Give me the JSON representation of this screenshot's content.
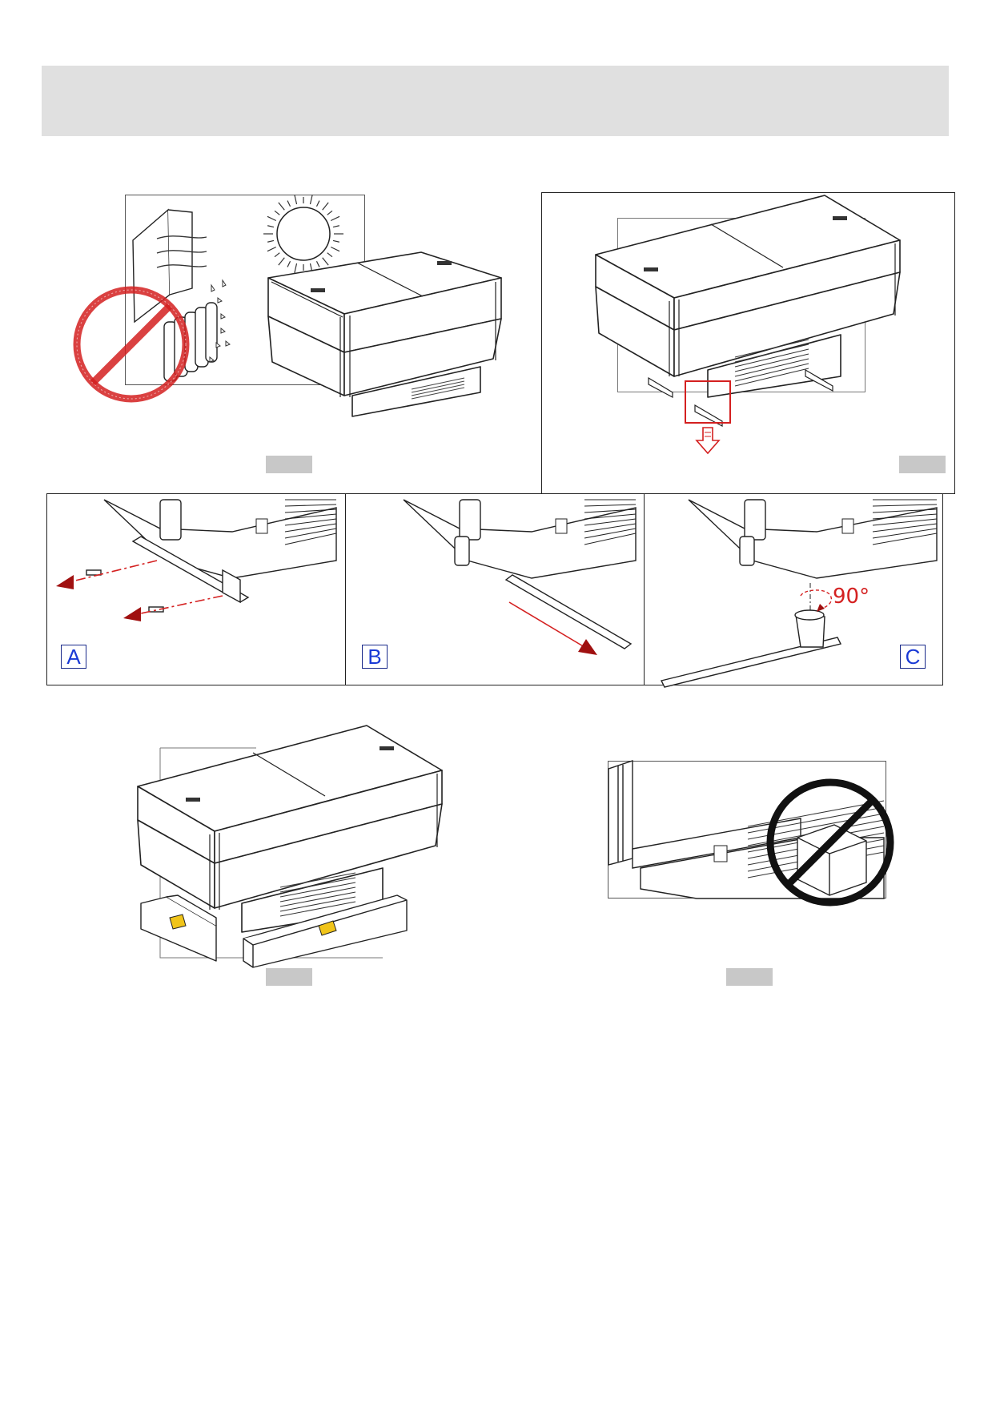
{
  "step_labels": [
    "A",
    "B",
    "C"
  ],
  "rotation_label": "90°",
  "colors": {
    "header_band": "#e0e0e0",
    "prohibition_red": "#d42020",
    "prohibition_black": "#111111",
    "step_letter_blue": "#1a3ad6",
    "padding_yellow": "#f0c419",
    "caption_tag": "#c8c8c8"
  },
  "icons": [
    "sun-icon",
    "radiator-icon",
    "prohibition-icon",
    "down-arrow-icon",
    "remove-arrow-icon",
    "slide-arrow-icon",
    "rotate-arrow-icon"
  ]
}
